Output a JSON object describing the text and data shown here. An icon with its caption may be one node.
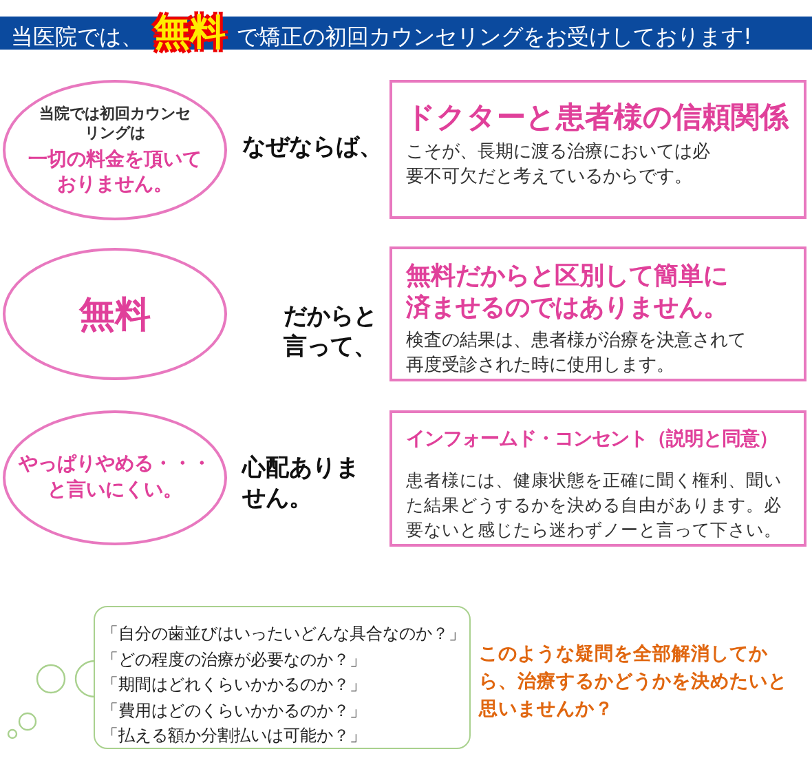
{
  "diagram": {
    "title": "当医院では、**無料**で矯正の初回カウンセリングをお受けしております!",
    "nodes": [
      {
        "text": [
          "当院では初回カウンセリングは",
          "一切の料金を頂いておりません。"
        ]
      },
      {
        "text": [
          "ドクターと患者様の信頼関係",
          "こそが、長期に渡る治療においては必要不可欠だと考えているからです。"
        ]
      },
      {
        "text": [
          "無料"
        ]
      },
      {
        "text": [
          "無料だからと区別して簡単に済ませるのではありません。",
          "検査の結果は、患者様が治療を決意されて再度受診された時に使用します。"
        ]
      },
      {
        "text": [
          "やっぱりやめる・・・と言いにくい。"
        ]
      },
      {
        "text": [
          "インフォームド・コンセント（説明と同意）",
          "患者様には、健康状態を正確に聞く権利、聞いた結果どうするかを決める自由があります。必要ないと感じたら迷わずノーと言って下さい。"
        ]
      },
      {
        "text": [
          "「自分の歯並びはいったいどんな具合なのか？」",
          "「どの程度の治療が必要なのか？」",
          "「期間はどれくらいかかるのか？」",
          "「費用はどのくらいかかるのか？」",
          "「払える額か分割払いは可能か？」"
        ]
      }
    ],
    "labels": [
      "なぜならば、",
      "だからと言って、",
      "心配ありません。",
      "このような疑問を全部解消してから、治療するかどうかを決めたいと思いませんか？"
    ]
  }
}
